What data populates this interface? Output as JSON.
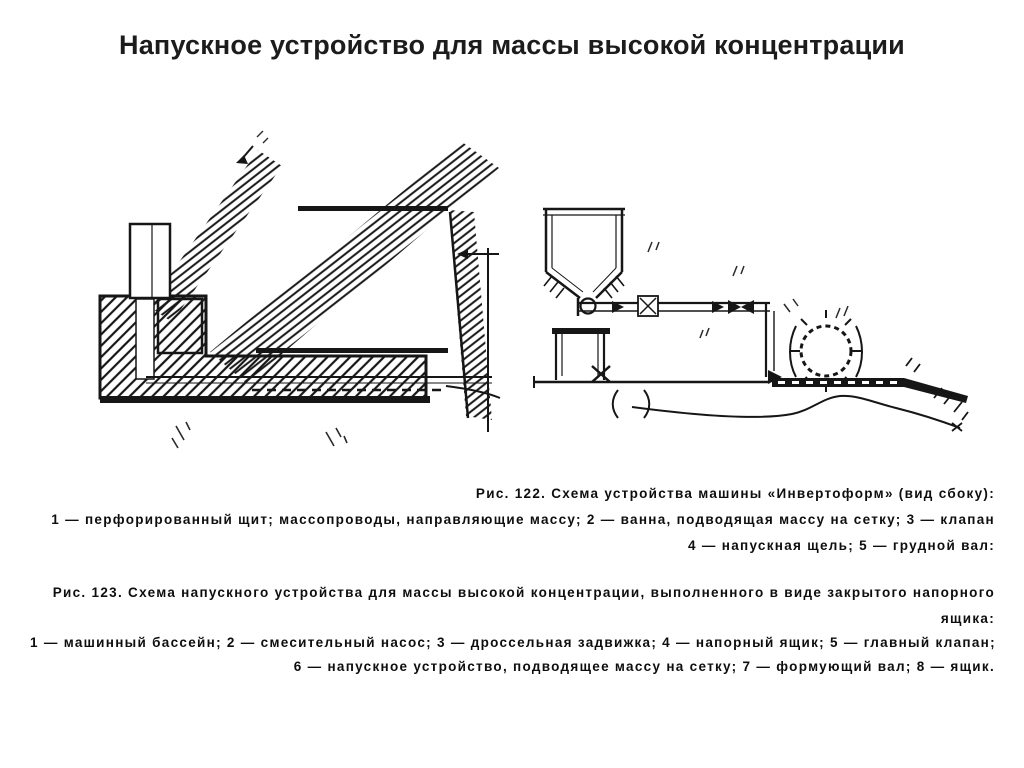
{
  "slide": {
    "title": "Напускное устройство для массы высокой концентрации",
    "background_color": "#ffffff",
    "ink_color": "#161616"
  },
  "figure_122": {
    "caption_line_1": "Рис. 122. Схема устройства машины «Инвертоформ» (вид сбоку):",
    "caption_line_2": "1 — перфорированный щит; массопроводы, направляющие массу; 2 — ванна, подводящая массу на сетку; 3 — клапан",
    "caption_line_3": "4 — напускная щель; 5 — грудной вал:"
  },
  "figure_123": {
    "caption_line_1": "Рис. 123. Схема напускного устройства для массы высокой концентрации, выполненного в виде закрытого напорного",
    "caption_line_2": "ящика:",
    "caption_line_3": "1 — машинный бассейн; 2 — смесительный насос; 3 — дроссельная задвижка; 4 — напорный ящик; 5 — главный клапан;",
    "caption_line_4": "6 — напускное устройство, подводящее массу на сетку; 7 — формующий вал; 8 — ящик."
  }
}
